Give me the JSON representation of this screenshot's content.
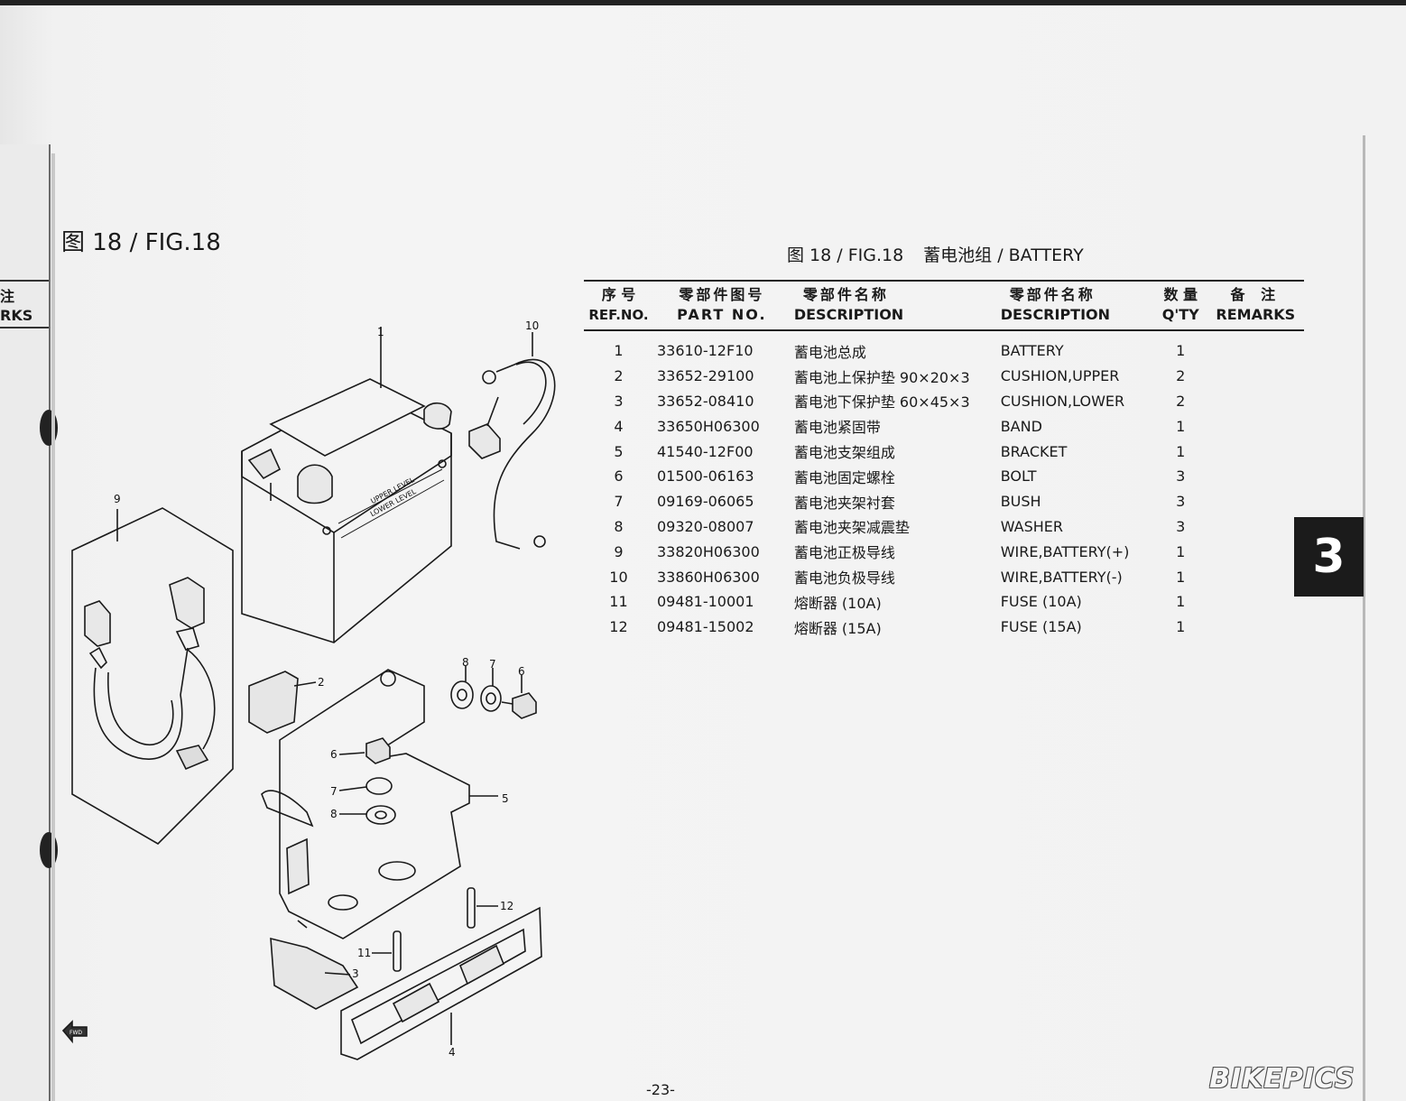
{
  "figure": {
    "title": "图 18 / FIG.18"
  },
  "left_page": {
    "header_line1": "注",
    "header_line2": "RKS"
  },
  "table": {
    "title_fig": "图 18 / FIG.18",
    "title_name": "蓄电池组 / BATTERY",
    "headers": {
      "ref_cn": "序 号",
      "ref_en": "REF.NO.",
      "part_cn": "零部件图号",
      "part_en": "PART NO.",
      "desc_cn_cn": "零部件名称",
      "desc_cn_en": "DESCRIPTION",
      "desc_en_cn": "零部件名称",
      "desc_en_en": "DESCRIPTION",
      "qty_cn": "数 量",
      "qty_en": "Q'TY",
      "remarks_cn": "备 注",
      "remarks_en": "REMARKS"
    },
    "rows": [
      {
        "ref": "1",
        "part": "33610-12F10",
        "cn": "蓄电池总成",
        "en": "BATTERY",
        "qty": "1"
      },
      {
        "ref": "2",
        "part": "33652-29100",
        "cn": "蓄电池上保护垫 90×20×3",
        "en": "CUSHION,UPPER",
        "qty": "2"
      },
      {
        "ref": "3",
        "part": "33652-08410",
        "cn": "蓄电池下保护垫 60×45×3",
        "en": "CUSHION,LOWER",
        "qty": "2"
      },
      {
        "ref": "4",
        "part": "33650H06300",
        "cn": "蓄电池紧固带",
        "en": "BAND",
        "qty": "1"
      },
      {
        "ref": "5",
        "part": "41540-12F00",
        "cn": "蓄电池支架组成",
        "en": "BRACKET",
        "qty": "1"
      },
      {
        "ref": "6",
        "part": "01500-06163",
        "cn": "蓄电池固定螺栓",
        "en": "BOLT",
        "qty": "3"
      },
      {
        "ref": "7",
        "part": "09169-06065",
        "cn": "蓄电池夹架衬套",
        "en": "BUSH",
        "qty": "3"
      },
      {
        "ref": "8",
        "part": "09320-08007",
        "cn": "蓄电池夹架减震垫",
        "en": "WASHER",
        "qty": "3"
      },
      {
        "ref": "9",
        "part": "33820H06300",
        "cn": "蓄电池正极导线",
        "en": "WIRE,BATTERY(+)",
        "qty": "1"
      },
      {
        "ref": "10",
        "part": "33860H06300",
        "cn": "蓄电池负极导线",
        "en": "WIRE,BATTERY(-)",
        "qty": "1"
      },
      {
        "ref": "11",
        "part": "09481-10001",
        "cn": "熔断器 (10A)",
        "en": "FUSE (10A)",
        "qty": "1"
      },
      {
        "ref": "12",
        "part": "09481-15002",
        "cn": "熔断器 (15A)",
        "en": "FUSE (15A)",
        "qty": "1"
      }
    ]
  },
  "diagram": {
    "callouts": [
      "1",
      "2",
      "3",
      "4",
      "5",
      "6",
      "7",
      "8",
      "9",
      "10",
      "11",
      "12"
    ],
    "battery_label_upper": "UPPER LEVEL",
    "battery_label_lower": "LOWER LEVEL",
    "fwd_label": "FWD"
  },
  "section_tab": "3",
  "page_number": "-23-",
  "watermark": "BIKEPICS"
}
